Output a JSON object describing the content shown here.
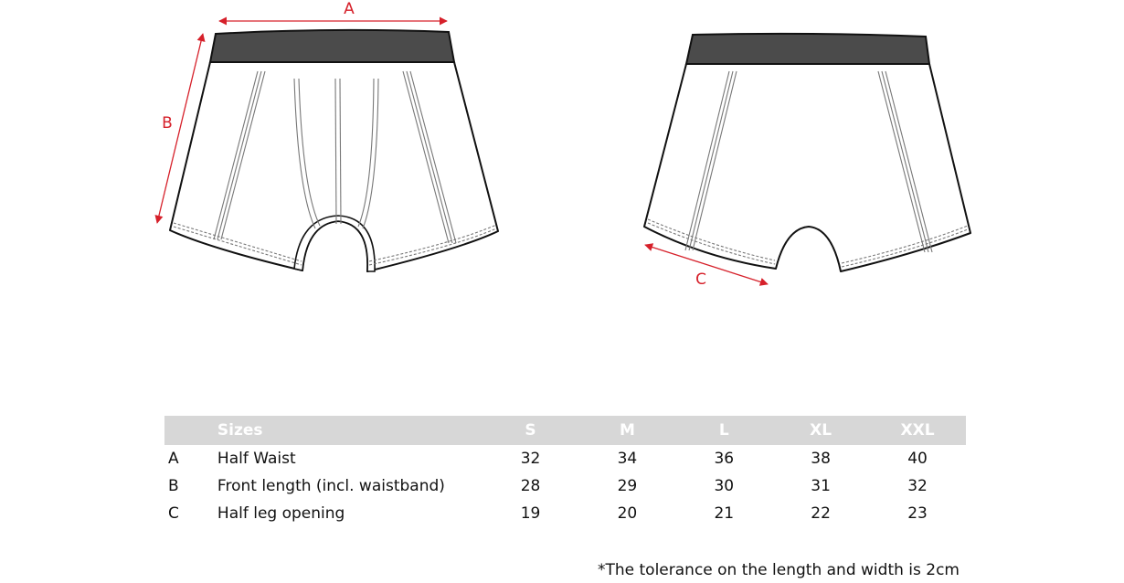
{
  "dimensions": {
    "a": "A",
    "b": "B",
    "c": "C"
  },
  "colors": {
    "accent": "#d6202a",
    "waistband": "#4b4b4b",
    "header": "#d7d7d7"
  },
  "table": {
    "header": [
      "",
      "Sizes",
      "S",
      "M",
      "L",
      "XL",
      "XXL"
    ],
    "rows": [
      {
        "letter": "A",
        "name": "Half Waist",
        "values": [
          "32",
          "34",
          "36",
          "38",
          "40"
        ]
      },
      {
        "letter": "B",
        "name": "Front length (incl. waistband)",
        "values": [
          "28",
          "29",
          "30",
          "31",
          "32"
        ]
      },
      {
        "letter": "C",
        "name": "Half leg opening",
        "values": [
          "19",
          "20",
          "21",
          "22",
          "23"
        ]
      }
    ]
  },
  "note": "*The tolerance on the length and width is 2cm"
}
